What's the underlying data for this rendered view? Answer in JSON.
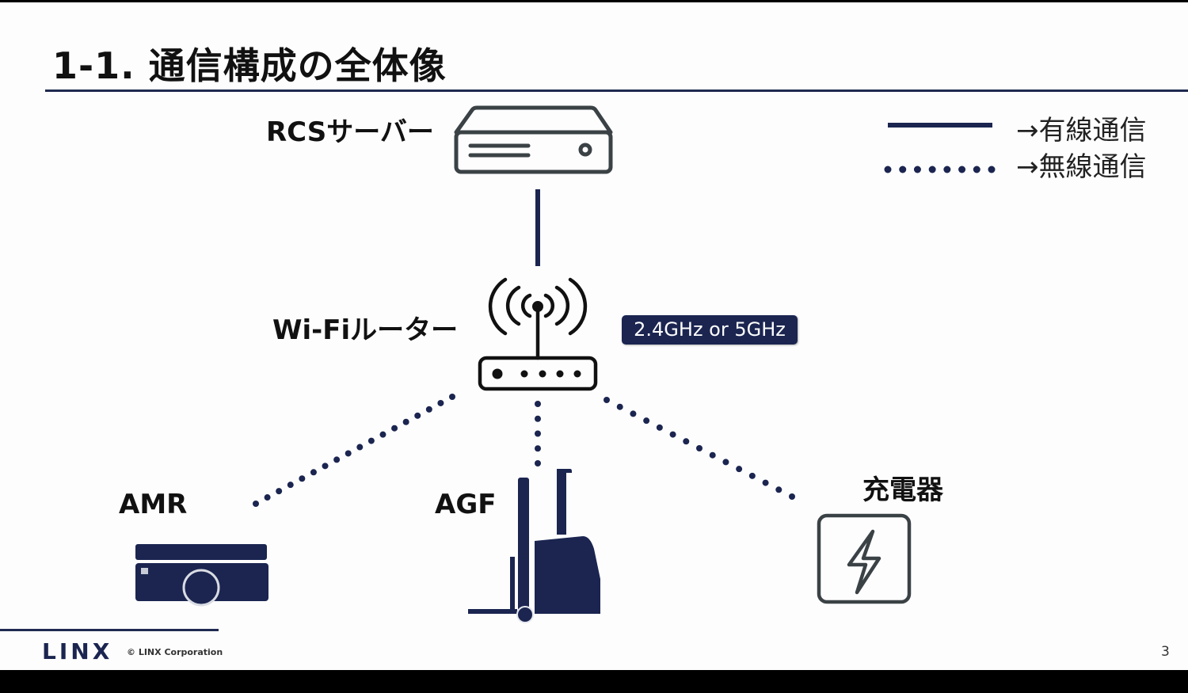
{
  "slide": {
    "title": "1-1. 通信構成の全体像",
    "page_number": "3",
    "footer": {
      "logo": "LINX",
      "copyright": "© LINX Corporation"
    }
  },
  "legend": {
    "wired": {
      "label": "→有線通信",
      "style": "solid"
    },
    "wireless": {
      "label": "→無線通信",
      "style": "dotted"
    }
  },
  "nodes": {
    "server": {
      "label": "RCSサーバー",
      "icon": "server-icon"
    },
    "router": {
      "label": "Wi-Fiルーター",
      "icon": "wifi-router-icon"
    },
    "amr": {
      "label": "AMR",
      "icon": "amr-robot-icon"
    },
    "agf": {
      "label": "AGF",
      "icon": "forklift-icon"
    },
    "charger": {
      "label": "充電器",
      "icon": "lightning-charger-icon"
    }
  },
  "frequency_badge": "2.4GHz or 5GHz",
  "connections": [
    {
      "from": "server",
      "to": "router",
      "type": "wired"
    },
    {
      "from": "router",
      "to": "amr",
      "type": "wireless"
    },
    {
      "from": "router",
      "to": "agf",
      "type": "wireless"
    },
    {
      "from": "router",
      "to": "charger",
      "type": "wireless"
    }
  ],
  "colors": {
    "navy": "#1b2550",
    "icon_gray": "#3b4246"
  }
}
